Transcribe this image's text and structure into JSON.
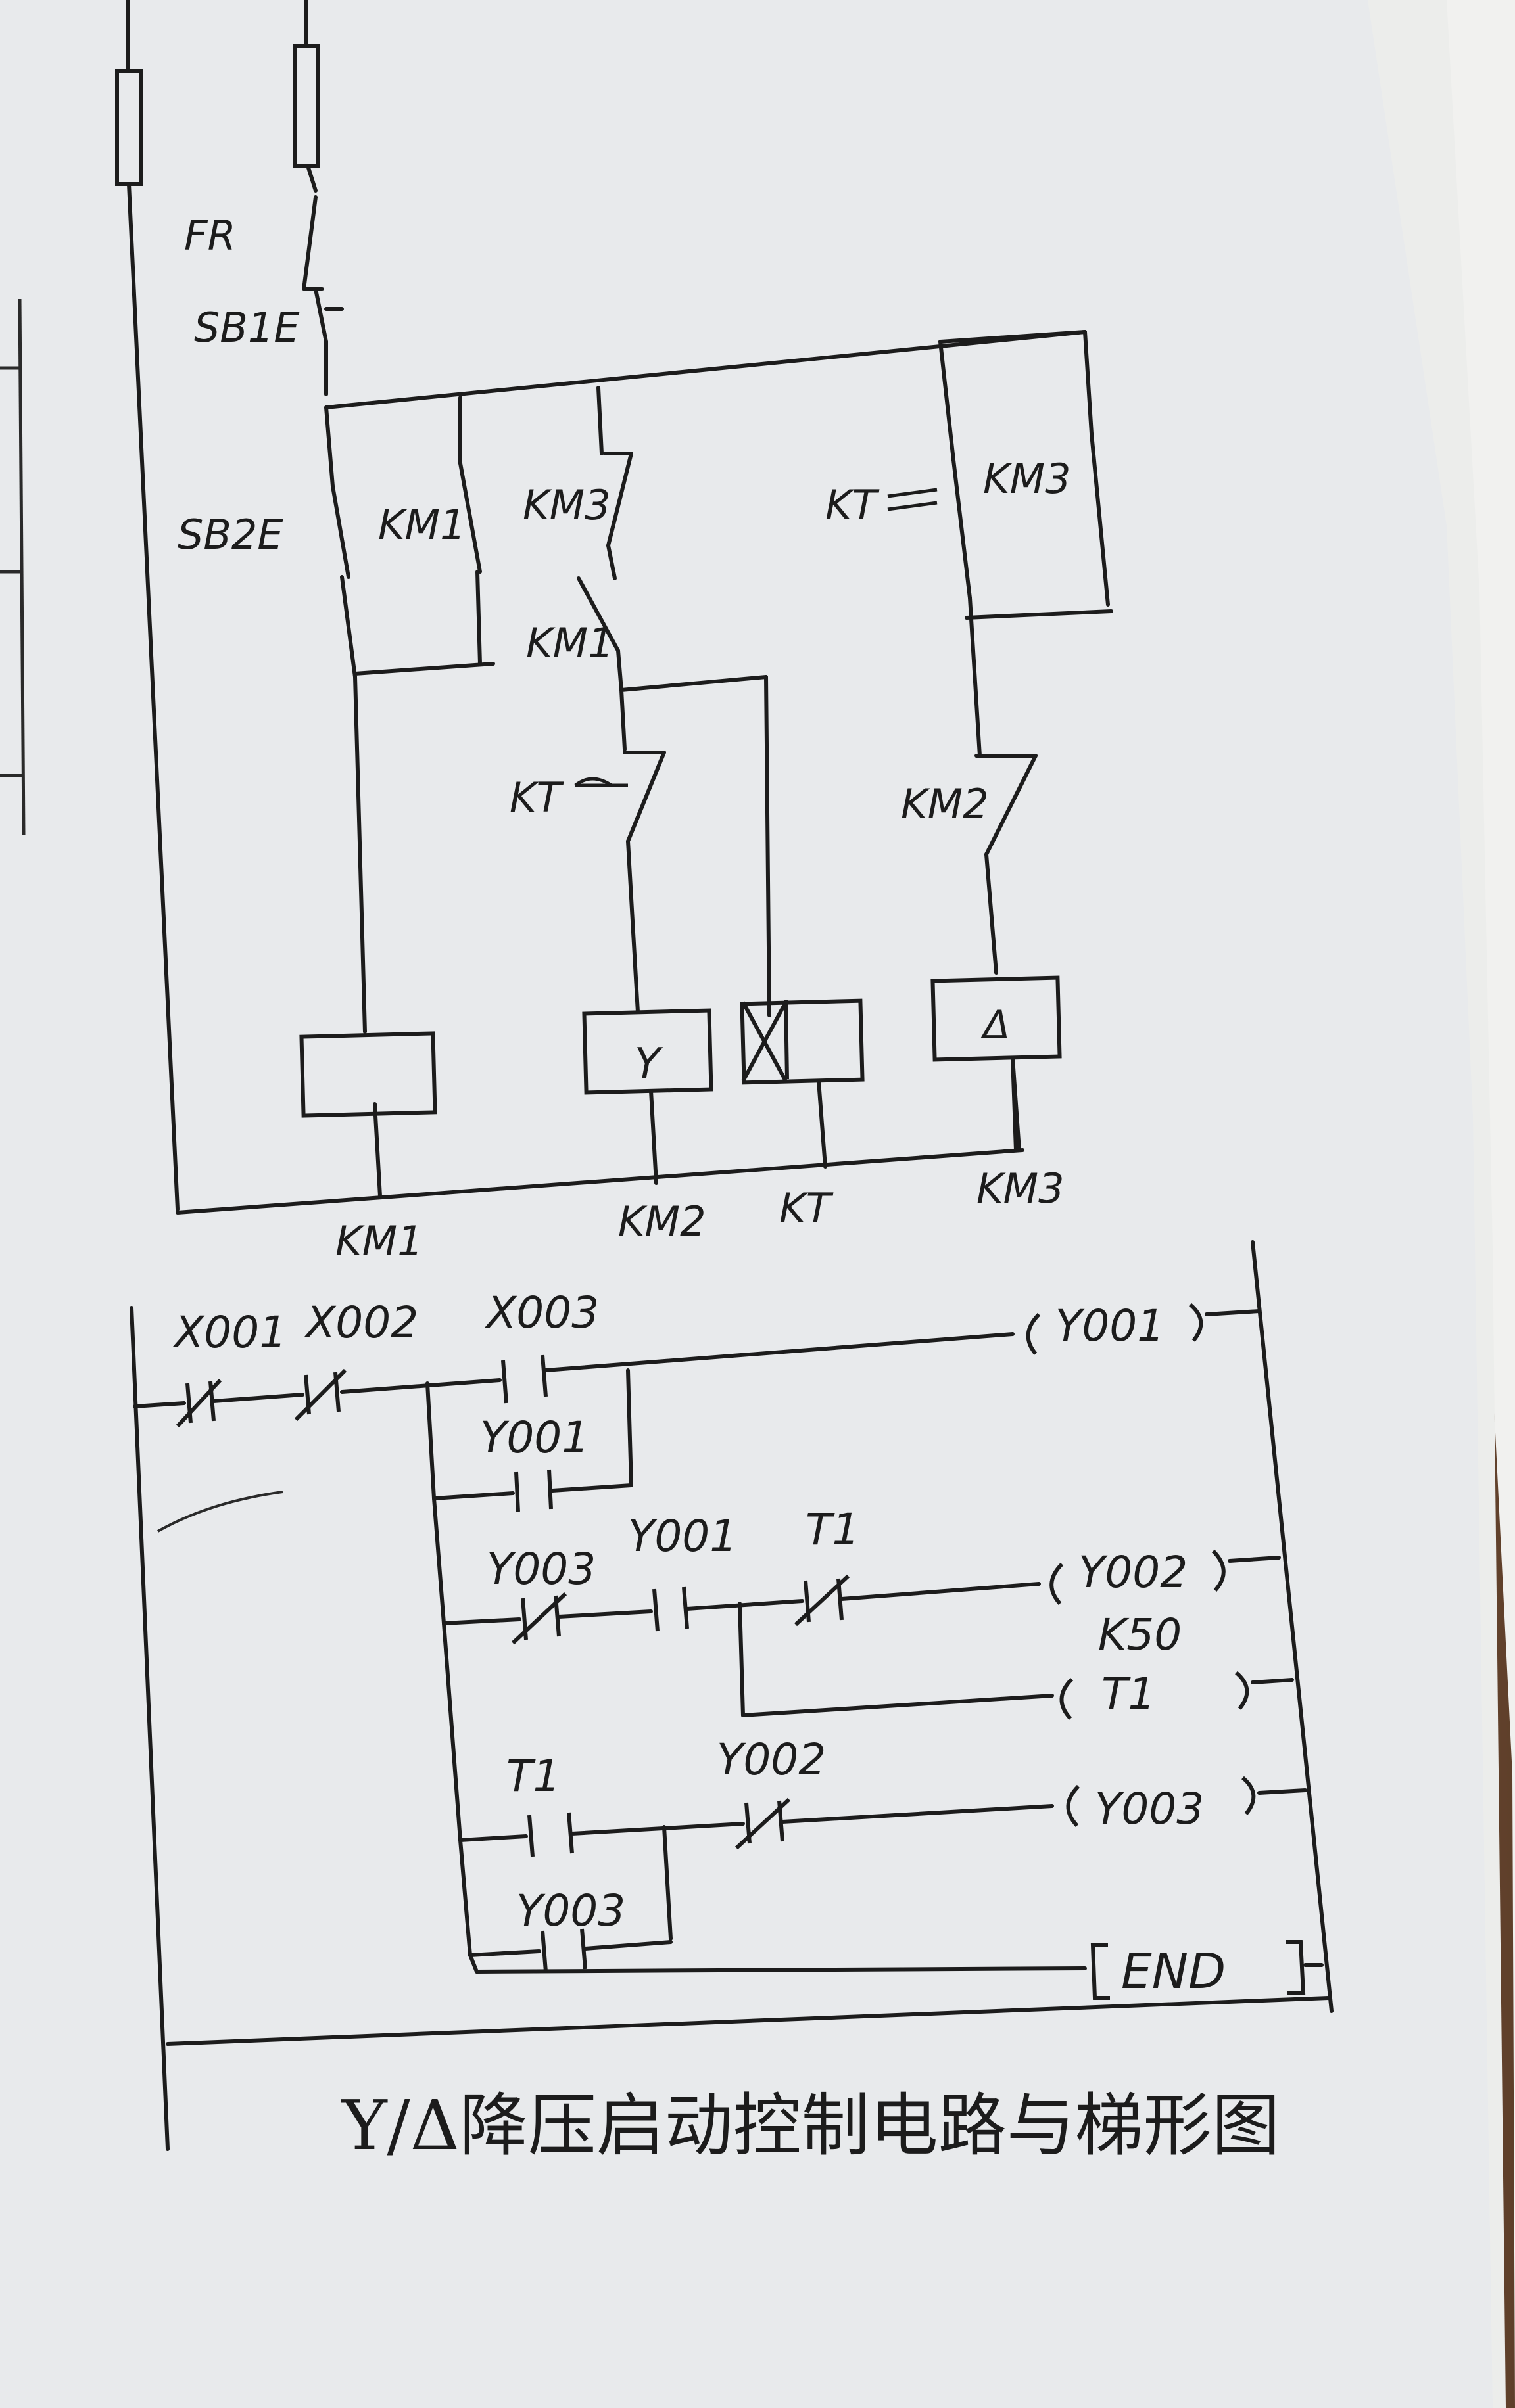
{
  "colors": {
    "paper": "#e8eaec",
    "ink": "#1c1c1c",
    "desk": "#6b4a33"
  },
  "relay_diagram": {
    "labels": {
      "fr": "FR",
      "sb1": "SB1E",
      "sb2": "SB2E",
      "km1_aux": "KM1",
      "km3_nc": "KM3",
      "km1_nc": "KM1",
      "kt_nc": "KT",
      "kt_no": "KT",
      "km3_aux": "KM3",
      "km2_nc": "KM2"
    },
    "coils": {
      "km1": {
        "symbol": "",
        "label": "KM1"
      },
      "km2": {
        "symbol": "Y",
        "label": "KM2"
      },
      "kt": {
        "symbol": "",
        "label": "KT"
      },
      "km3": {
        "symbol": "Δ",
        "label": "KM3"
      }
    }
  },
  "ladder_diagram": {
    "rungs": [
      {
        "contacts": [
          "X001",
          "X002",
          "X003"
        ],
        "parallel": "Y001",
        "output": "Y001"
      },
      {
        "contacts": [
          "Y003",
          "Y001",
          "T1"
        ],
        "output": "Y002"
      },
      {
        "timer_setting": "K50",
        "output": "T1"
      },
      {
        "contacts": [
          "T1",
          "Y002"
        ],
        "parallel": "Y003",
        "output": "Y003"
      },
      {
        "instruction": "END"
      }
    ]
  },
  "caption": "Y/Δ降压启动控制电路与梯形图"
}
